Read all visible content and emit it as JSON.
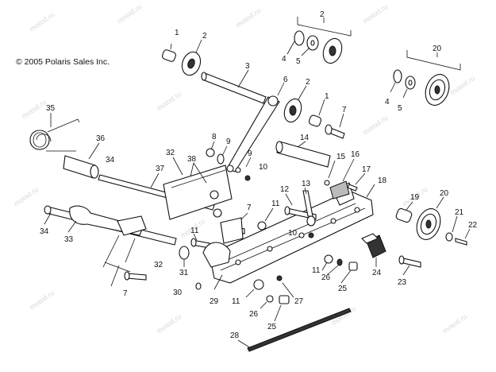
{
  "copyright": "© 2005 Polaris Sales Inc.",
  "watermark": "motod.ru",
  "labels": {
    "l1a": "1",
    "l2a": "2",
    "l3": "3",
    "l2b": "2",
    "l4a": "4",
    "l5a": "5",
    "l20a": "20",
    "l4b": "4",
    "l5b": "5",
    "l6": "6",
    "l2c": "2",
    "l1b": "1",
    "l7a": "7",
    "l35": "35",
    "l36": "36",
    "l8": "8",
    "l9a": "9",
    "l14": "14",
    "l32a": "32",
    "l38": "38",
    "l9b": "9",
    "l10a": "10",
    "l15": "15",
    "l16": "16",
    "l17": "17",
    "l37": "37",
    "l34a": "34",
    "l12": "12",
    "l13": "13",
    "l18": "18",
    "l7b": "7",
    "l11a": "11",
    "l19": "19",
    "l20b": "20",
    "l21": "21",
    "l22": "22",
    "l34b": "34",
    "l33": "33",
    "l11b": "11",
    "l10b": "10",
    "l32b": "32",
    "l31": "31",
    "l11c": "11",
    "l26a": "26",
    "l24": "24",
    "l23": "23",
    "l7c": "7",
    "l30": "30",
    "l25a": "25",
    "l29": "29",
    "l11d": "11",
    "l27": "27",
    "l26b": "26",
    "l25b": "25",
    "l28": "28"
  }
}
